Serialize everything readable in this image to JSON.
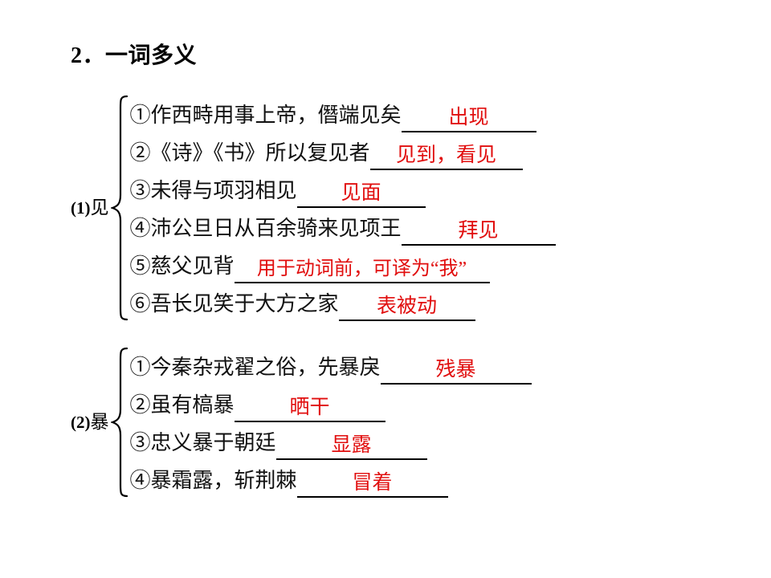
{
  "slide": {
    "title": "2．一词多义",
    "accent_red": "#E10E0E",
    "text_black": "#111111"
  },
  "groups": [
    {
      "label_number": "(1)",
      "label_word": "见",
      "items": [
        {
          "marker": "①",
          "sentence": "作西畤用事上帝，僭端见矣",
          "answer": "出现",
          "blank_width": 168
        },
        {
          "marker": "②",
          "sentence": "《诗》《书》所以复见者",
          "answer": "见到，看见",
          "blank_width": 190
        },
        {
          "marker": "③",
          "sentence": "未得与项羽相见",
          "answer": "见面",
          "blank_width": 160
        },
        {
          "marker": "④",
          "sentence": "沛公旦日从百余骑来见项王",
          "answer": "拜见",
          "blank_width": 192
        },
        {
          "marker": "⑤",
          "sentence": "慈父见背",
          "answer": "用于动词前，可译为“我”",
          "blank_width": 318
        },
        {
          "marker": "⑥",
          "sentence": "吾长见笑于大方之家",
          "answer": "表被动",
          "blank_width": 170
        }
      ]
    },
    {
      "label_number": "(2)",
      "label_word": "暴",
      "items": [
        {
          "marker": "①",
          "sentence": "今秦杂戎翟之俗，先暴戾",
          "answer": "残暴",
          "blank_width": 188
        },
        {
          "marker": "②",
          "sentence": "虽有槁暴",
          "answer": "晒干",
          "blank_width": 188
        },
        {
          "marker": "③",
          "sentence": "忠义暴于朝廷",
          "answer": "显露",
          "blank_width": 188
        },
        {
          "marker": "④",
          "sentence": "暴霜露，斩荆棘",
          "answer": "冒着",
          "blank_width": 188
        }
      ]
    }
  ]
}
